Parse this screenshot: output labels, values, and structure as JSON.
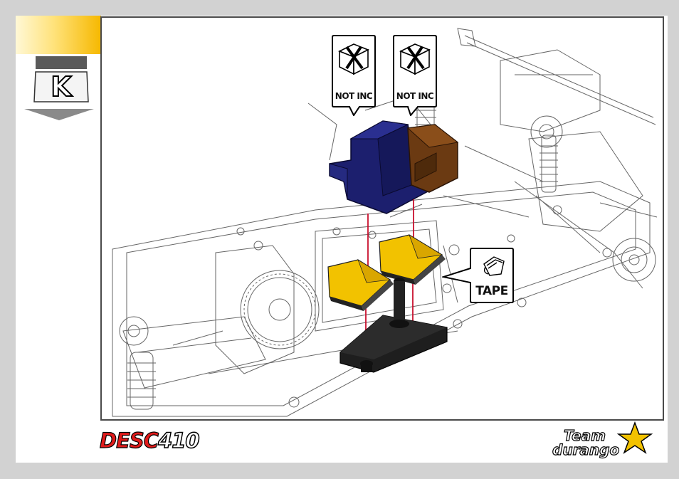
{
  "step": {
    "letter": "K"
  },
  "callouts": {
    "not_included_1": "NOT INC",
    "not_included_2": "NOT INC",
    "tape": "TAPE"
  },
  "branding": {
    "model_logo_prefix": "DESC",
    "model_logo_number": "410",
    "brand_logo_line1": "Team",
    "brand_logo_line2": "durango"
  },
  "colors": {
    "page_background": "#d2d2d2",
    "accent_yellow": "#f6b800",
    "receiver_blue": "#1c1f6e",
    "esc_brown": "#6b3a12",
    "tape_yellow": "#f2c200",
    "arrow_red": "#c8102e",
    "brand_red": "#e01b1b"
  },
  "icons": {
    "not_included": "crossed-out-box-icon",
    "tape": "tape-icon",
    "step_arrow": "down-arrow-icon"
  }
}
